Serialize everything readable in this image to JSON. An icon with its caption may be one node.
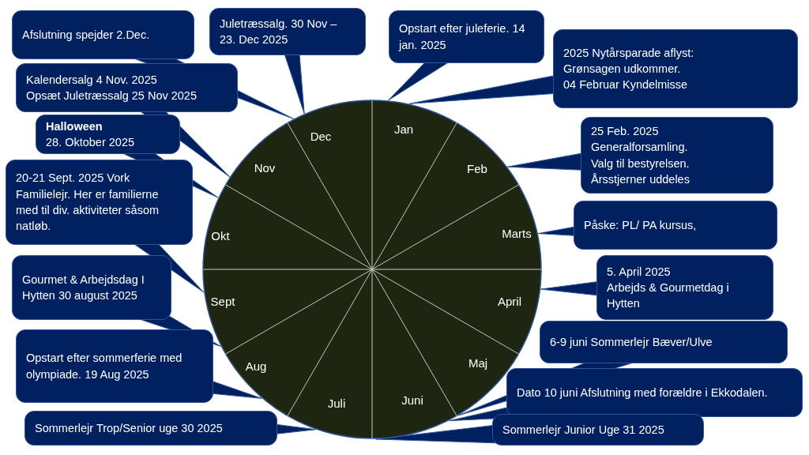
{
  "diagram": {
    "nodes": [
      {
        "text": [],
        "shape": "circle"
      },
      {
        "text": [
          "Jan"
        ],
        "in": 0
      },
      {
        "text": [
          "Feb"
        ],
        "in": 0
      },
      {
        "text": [
          "Marts"
        ],
        "in": 0
      },
      {
        "text": [
          "April"
        ],
        "in": 0
      },
      {
        "text": [
          "Maj"
        ],
        "in": 0
      },
      {
        "text": [
          "Juni"
        ],
        "in": 0
      },
      {
        "text": [
          "Juli"
        ],
        "in": 0
      },
      {
        "text": [
          "Aug"
        ],
        "in": 0
      },
      {
        "text": [
          "Sept"
        ],
        "in": 0
      },
      {
        "text": [
          "Okt"
        ],
        "in": 0
      },
      {
        "text": [
          "Nov"
        ],
        "in": 0
      },
      {
        "text": [
          "Dec"
        ],
        "in": 0
      },
      {
        "text": [
          "Afslutning spejder 2.Dec."
        ]
      },
      {
        "text": [
          "Juletræssalg. 30 Nov – 23. Dec 2025"
        ]
      },
      {
        "text": [
          "Opstart efter juleferie. 14 jan. 2025"
        ]
      },
      {
        "text": [
          "2025 Nytårsparade aflyst:",
          "Grønsagen udkommer.",
          "04 Februar Kyndelmisse"
        ]
      },
      {
        "text": [
          "Kalendersalg  4 Nov. 2025",
          "Opsæt Juletræssalg 25 Nov 2025"
        ]
      },
      {
        "text": [
          "**Halloween**",
          "28. Oktober 2025"
        ]
      },
      {
        "text": [
          "25 Feb. 2025",
          "Generalforsamling.",
          "Valg til bestyrelsen.",
          "Årsstjerner uddeles"
        ]
      },
      {
        "text": [
          "20-21 Sept. 2025 Vork Familielejr. Her er familierne med til div. aktiviteter såsom natløb."
        ]
      },
      {
        "text": [
          "Påske: PL/ PA kursus,"
        ]
      },
      {
        "text": [
          "Gourmet & Arbejdsdag I Hytten 30 august 2025"
        ]
      },
      {
        "text": [
          "5. April 2025",
          "Arbejds & Gourmetdag i Hytten"
        ]
      },
      {
        "text": [
          "Opstart efter sommerferie med olympiade. 19 Aug 2025"
        ]
      },
      {
        "text": [
          "6-9 juni Sommerlejr Bæver/Ulve"
        ]
      },
      {
        "text": [
          "Sommerlejr Trop/Senior uge 30 2025"
        ]
      },
      {
        "text": [
          "Dato 10 juni Afslutning med forældre i Ekkodalen."
        ]
      },
      {
        "text": [
          "Sommerlejr Junior Uge 31 2025"
        ]
      }
    ],
    "edges": [
      {
        "from": 13,
        "to": 0,
        "arrow": "none"
      },
      {
        "from": 14,
        "to": 0,
        "arrow": "none"
      },
      {
        "from": 15,
        "to": 0,
        "arrow": "none"
      },
      {
        "from": 16,
        "to": 0,
        "arrow": "none"
      },
      {
        "from": 17,
        "to": 0,
        "arrow": "none"
      },
      {
        "from": 18,
        "to": 0,
        "arrow": "none"
      },
      {
        "from": 19,
        "to": 0,
        "arrow": "none"
      },
      {
        "from": 20,
        "to": 0,
        "arrow": "none"
      },
      {
        "from": 21,
        "to": 0,
        "arrow": "none"
      },
      {
        "from": 22,
        "to": 0,
        "arrow": "none"
      },
      {
        "from": 23,
        "to": 0,
        "arrow": "none"
      },
      {
        "from": 24,
        "to": 0,
        "arrow": "none"
      },
      {
        "from": 25,
        "to": 0,
        "arrow": "none"
      },
      {
        "from": 26,
        "to": 0,
        "arrow": "none"
      },
      {
        "from": 27,
        "to": 0,
        "arrow": "none"
      },
      {
        "from": 28,
        "to": 0,
        "arrow": "none"
      }
    ]
  }
}
